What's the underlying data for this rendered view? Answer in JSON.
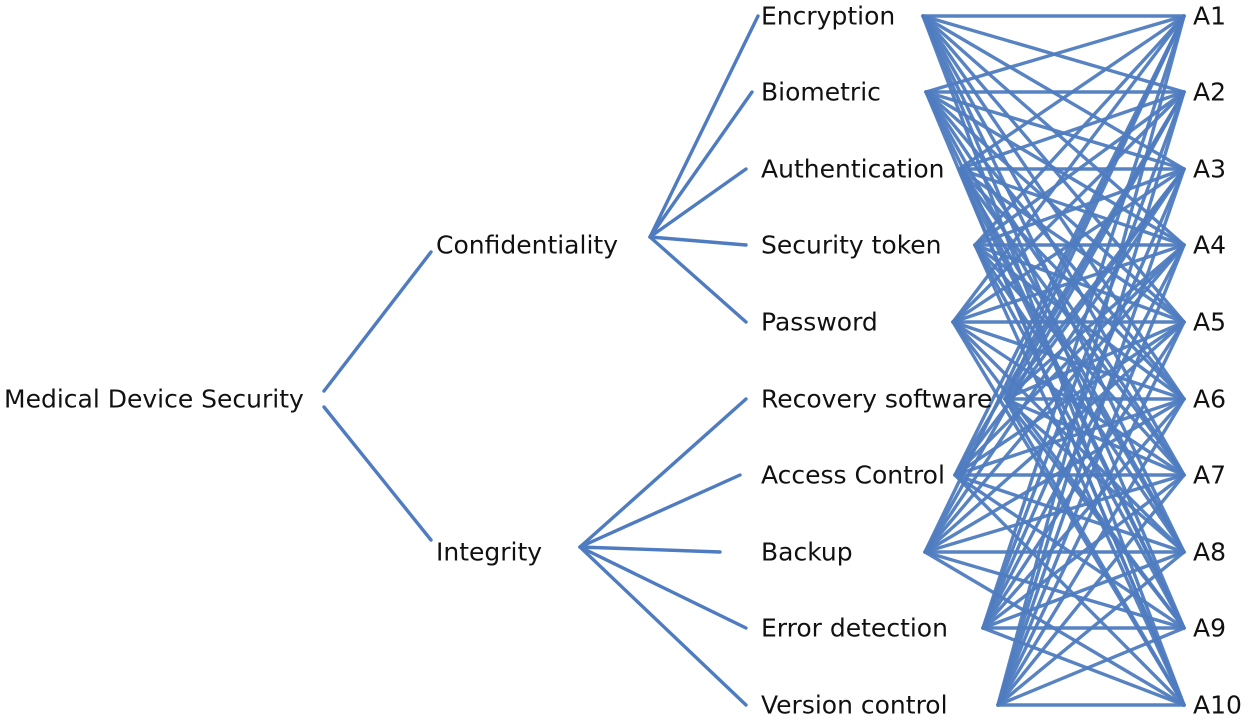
{
  "colors": {
    "edge": "#4f7cc0",
    "text": "#111111",
    "background": "#ffffff"
  },
  "root": {
    "id": "root",
    "label": "Medical Device Security"
  },
  "categories": [
    {
      "id": "confidentiality",
      "label": "Confidentiality"
    },
    {
      "id": "integrity",
      "label": "Integrity"
    }
  ],
  "criteria": [
    {
      "id": "encryption",
      "label": "Encryption",
      "parent": "confidentiality"
    },
    {
      "id": "biometric",
      "label": "Biometric",
      "parent": "confidentiality"
    },
    {
      "id": "authentication",
      "label": "Authentication",
      "parent": "confidentiality"
    },
    {
      "id": "security-token",
      "label": "Security token",
      "parent": "confidentiality"
    },
    {
      "id": "password",
      "label": "Password",
      "parent": "confidentiality"
    },
    {
      "id": "recovery-software",
      "label": "Recovery software",
      "parent": "integrity"
    },
    {
      "id": "access-control",
      "label": "Access Control",
      "parent": "integrity"
    },
    {
      "id": "backup",
      "label": "Backup",
      "parent": "integrity"
    },
    {
      "id": "error-detection",
      "label": "Error detection",
      "parent": "integrity"
    },
    {
      "id": "version-control",
      "label": "Version control",
      "parent": "integrity"
    }
  ],
  "alternatives": [
    {
      "id": "a1",
      "label": "A1"
    },
    {
      "id": "a2",
      "label": "A2"
    },
    {
      "id": "a3",
      "label": "A3"
    },
    {
      "id": "a4",
      "label": "A4"
    },
    {
      "id": "a5",
      "label": "A5"
    },
    {
      "id": "a6",
      "label": "A6"
    },
    {
      "id": "a7",
      "label": "A7"
    },
    {
      "id": "a8",
      "label": "A8"
    },
    {
      "id": "a9",
      "label": "A9"
    },
    {
      "id": "a10",
      "label": "A10"
    }
  ],
  "connectivity": "every criterion connects to every alternative"
}
